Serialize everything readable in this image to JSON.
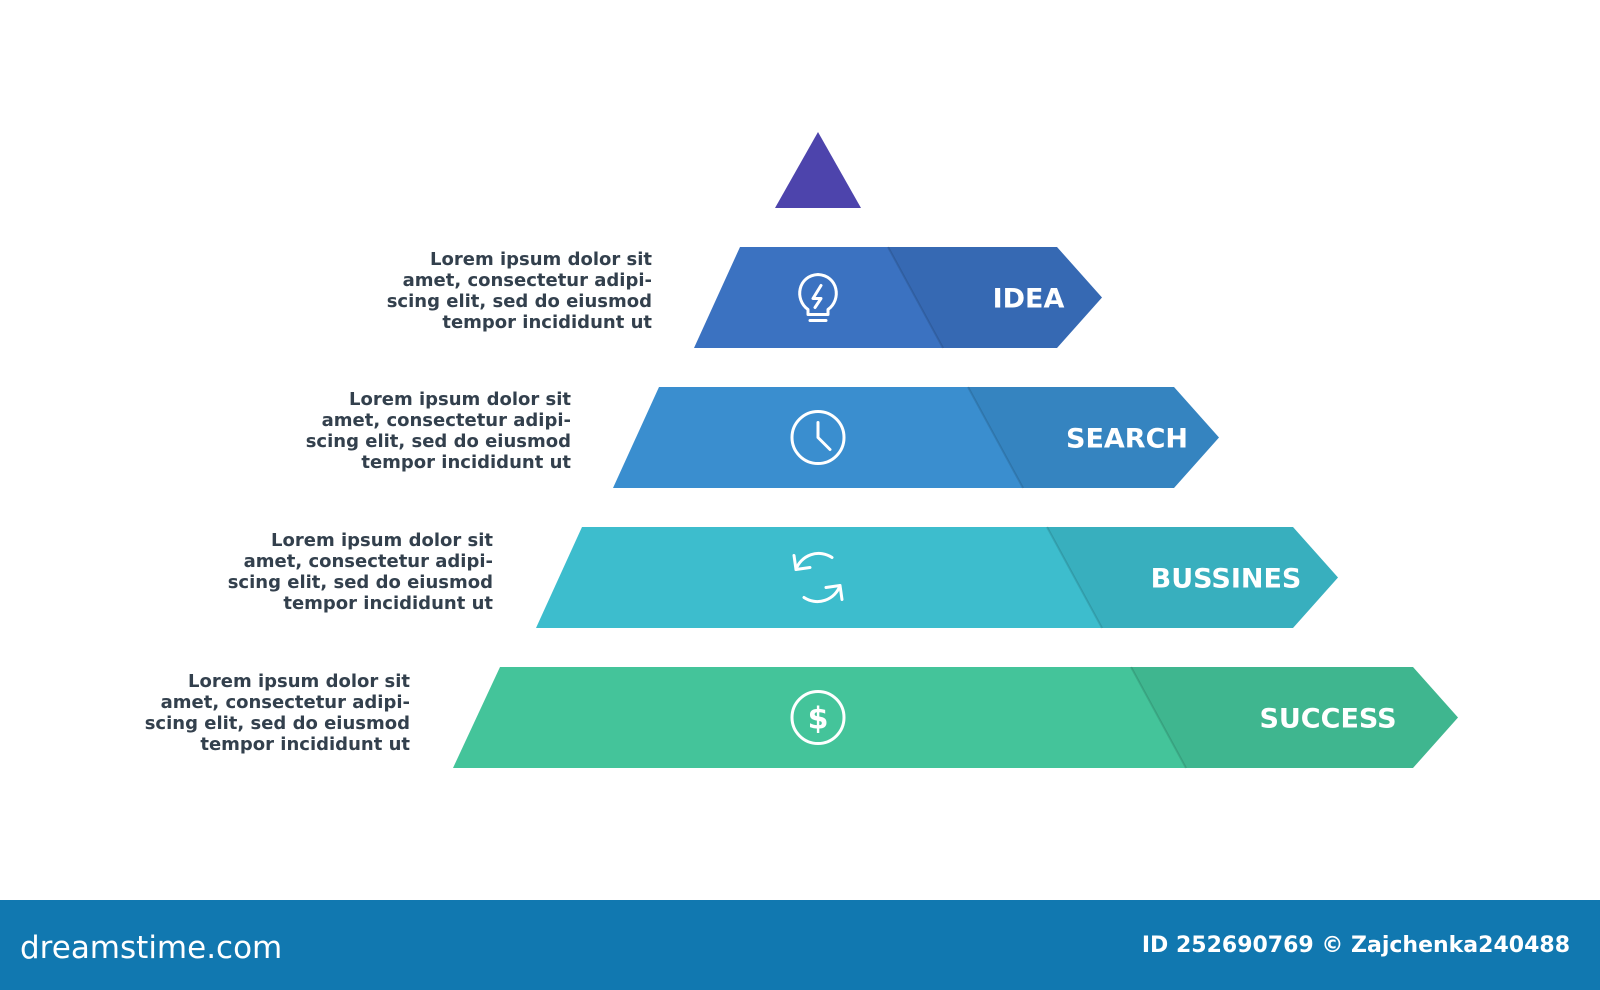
{
  "pyramid": {
    "tiers": [
      {
        "label": "IDEA",
        "icon": "lightbulb-icon",
        "color": "#3b72c1",
        "description": [
          "Lorem ipsum dolor sit",
          "amet, consectetur adipi-",
          "scing elit, sed do eiusmod",
          "tempor incididunt ut"
        ]
      },
      {
        "label": "SEARCH",
        "icon": "clock-icon",
        "color": "#3a8ecf",
        "description": [
          "Lorem ipsum dolor sit",
          "amet, consectetur adipi-",
          "scing elit, sed do eiusmod",
          "tempor incididunt ut"
        ]
      },
      {
        "label": "BUSSINES",
        "icon": "refresh-icon",
        "color": "#3dbdcd",
        "description": [
          "Lorem ipsum dolor sit",
          "amet, consectetur adipi-",
          "scing elit, sed do eiusmod",
          "tempor incididunt ut"
        ]
      },
      {
        "label": "SUCCESS",
        "icon": "dollar-icon",
        "color": "#44c49a",
        "description": [
          "Lorem ipsum dolor sit",
          "amet, consectetur adipi-",
          "scing elit, sed do eiusmod",
          "tempor incididunt ut"
        ]
      }
    ],
    "apex_color": "#4d44ac"
  },
  "footer": {
    "logo": "dreamstime.com",
    "credit": "ID 252690769 © Zajchenka240488",
    "background": "#1178b0"
  }
}
